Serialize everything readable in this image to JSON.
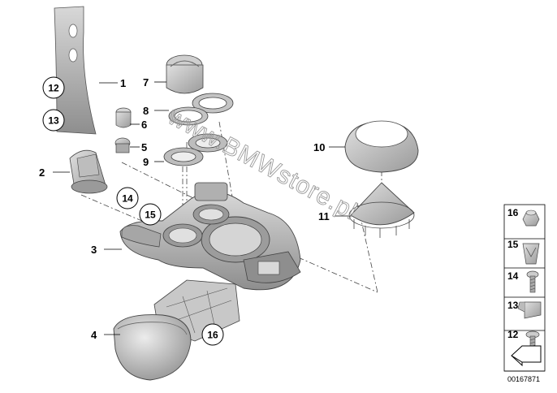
{
  "callouts": [
    "1",
    "2",
    "3",
    "4",
    "5",
    "6",
    "7",
    "8",
    "9",
    "10",
    "11"
  ],
  "circled_numbers": [
    "12",
    "13",
    "14",
    "15",
    "16"
  ],
  "legend": [
    "16",
    "15",
    "14",
    "13",
    "12"
  ],
  "watermark": "www.BMWstore.pl",
  "diagram_id": "00167871"
}
